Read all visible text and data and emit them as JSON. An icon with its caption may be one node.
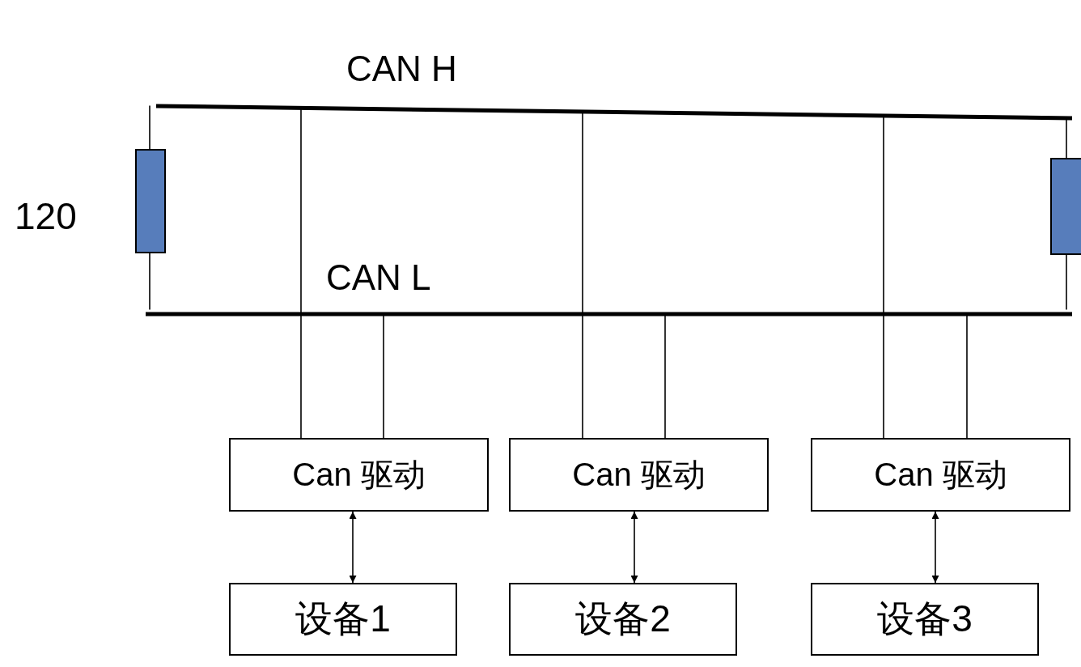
{
  "diagram": {
    "nodes": [
      {
        "text": [],
        "shape": "bar",
        "beside": [
          "CAN H"
        ]
      },
      {
        "text": [],
        "shape": "bar",
        "beside": [
          "CAN L"
        ]
      },
      {
        "text": [],
        "shape": "box",
        "beside": [
          "120"
        ]
      },
      {
        "text": [],
        "shape": "box"
      },
      {
        "text": [
          "Can 驱动"
        ]
      },
      {
        "text": [
          "Can 驱动"
        ]
      },
      {
        "text": [
          "Can 驱动"
        ]
      },
      {
        "text": [
          "设备1"
        ]
      },
      {
        "text": [
          "设备2"
        ]
      },
      {
        "text": [
          "设备3"
        ]
      }
    ],
    "edges": [
      {
        "from": 0,
        "to": 2,
        "arrow": "none"
      },
      {
        "from": 2,
        "to": 1,
        "arrow": "none"
      },
      {
        "from": 0,
        "to": 3,
        "arrow": "none"
      },
      {
        "from": 3,
        "to": 1,
        "arrow": "none"
      },
      {
        "from": 0,
        "to": 4,
        "arrow": "none"
      },
      {
        "from": 1,
        "to": 4,
        "arrow": "none"
      },
      {
        "from": 0,
        "to": 5,
        "arrow": "none"
      },
      {
        "from": 1,
        "to": 5,
        "arrow": "none"
      },
      {
        "from": 0,
        "to": 6,
        "arrow": "none"
      },
      {
        "from": 1,
        "to": 6,
        "arrow": "none"
      },
      {
        "from": 4,
        "to": 7,
        "arrow": "both"
      },
      {
        "from": 5,
        "to": 8,
        "arrow": "both"
      },
      {
        "from": 6,
        "to": 9,
        "arrow": "both"
      }
    ]
  }
}
